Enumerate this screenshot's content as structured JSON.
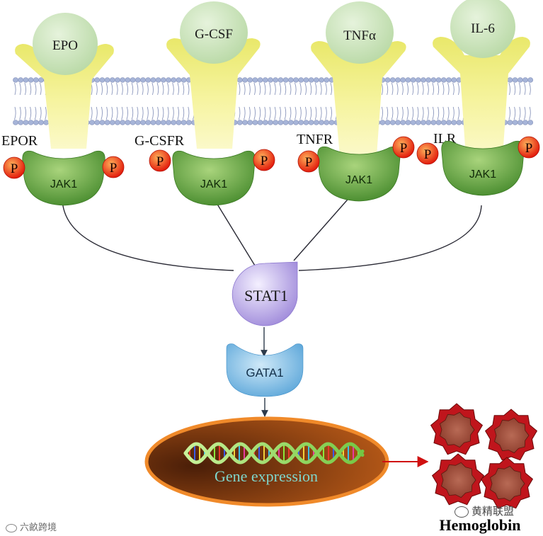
{
  "ligands": [
    "EPO",
    "G-CSF",
    "TNFα",
    "IL-6"
  ],
  "receptors": [
    "EPOR",
    "G-CSFR",
    "TNFR",
    "ILR"
  ],
  "kinase": "JAK1",
  "phospho": "P",
  "transcription_factors": {
    "stat": "STAT1",
    "gata": "GATA1"
  },
  "nucleus_label": "Gene expression",
  "product_label": "Hemoglobin",
  "watermarks": {
    "left": "六畝跨境",
    "right": "黄精联盟"
  },
  "colors": {
    "ligand": "#c9e3bd",
    "receptor": "#f2ef8a",
    "jak": "#5c9e3c",
    "phospho": "#e62210",
    "stat": "#a995e0",
    "gata": "#5aa5d8",
    "nucleus_border": "#f08a2a",
    "nucleus_fill": "#7a3a10",
    "dna": "#8fdc5a",
    "rbc": "#c0151c",
    "membrane": "#a6b4d8",
    "arrow_red": "#d01010"
  }
}
